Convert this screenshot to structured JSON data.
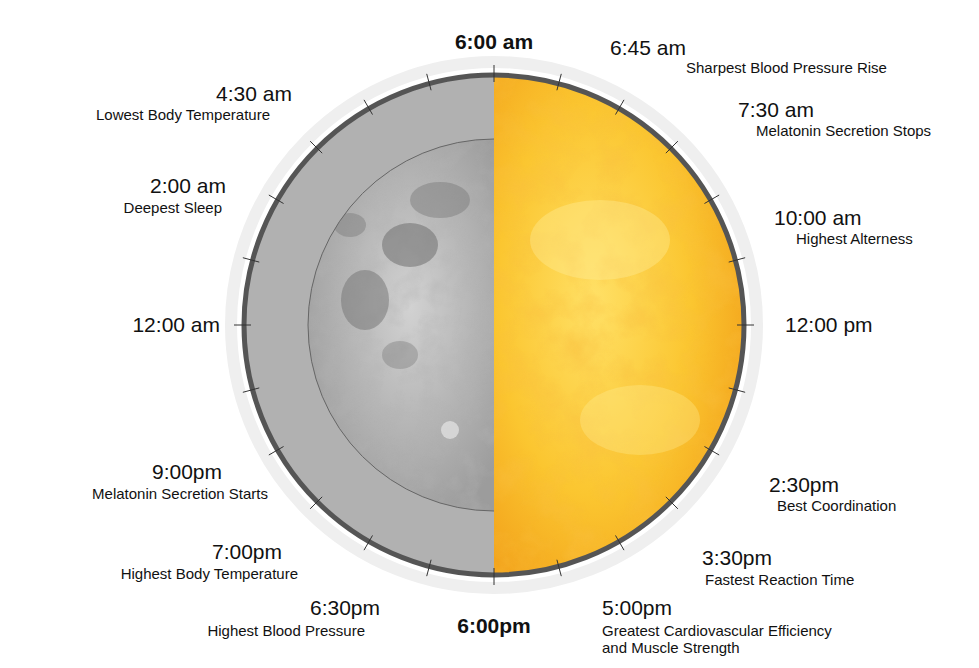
{
  "diagram": {
    "labels": [
      "6:00 am",
      "6:45 am",
      "Sharpest Blood Pressure Rise",
      "4:30 am",
      "Lowest Body Temperature",
      "7:30 am",
      "Melatonin Secretion Stops",
      "2:00 am",
      "Deepest Sleep",
      "10:00 am",
      "Highest Alterness",
      "12:00 am",
      "12:00 pm",
      "2:30pm",
      "Best Coordination",
      "9:00pm",
      "Melatonin Secretion Starts",
      "3:30pm",
      "Fastest Reaction Time",
      "7:00pm",
      "Highest Body Temperature",
      "6:30pm",
      "Highest Blood Pressure",
      "6:00pm",
      "5:00pm",
      "Greatest Cardiovascular Efficiency and Muscle Strength"
    ]
  }
}
